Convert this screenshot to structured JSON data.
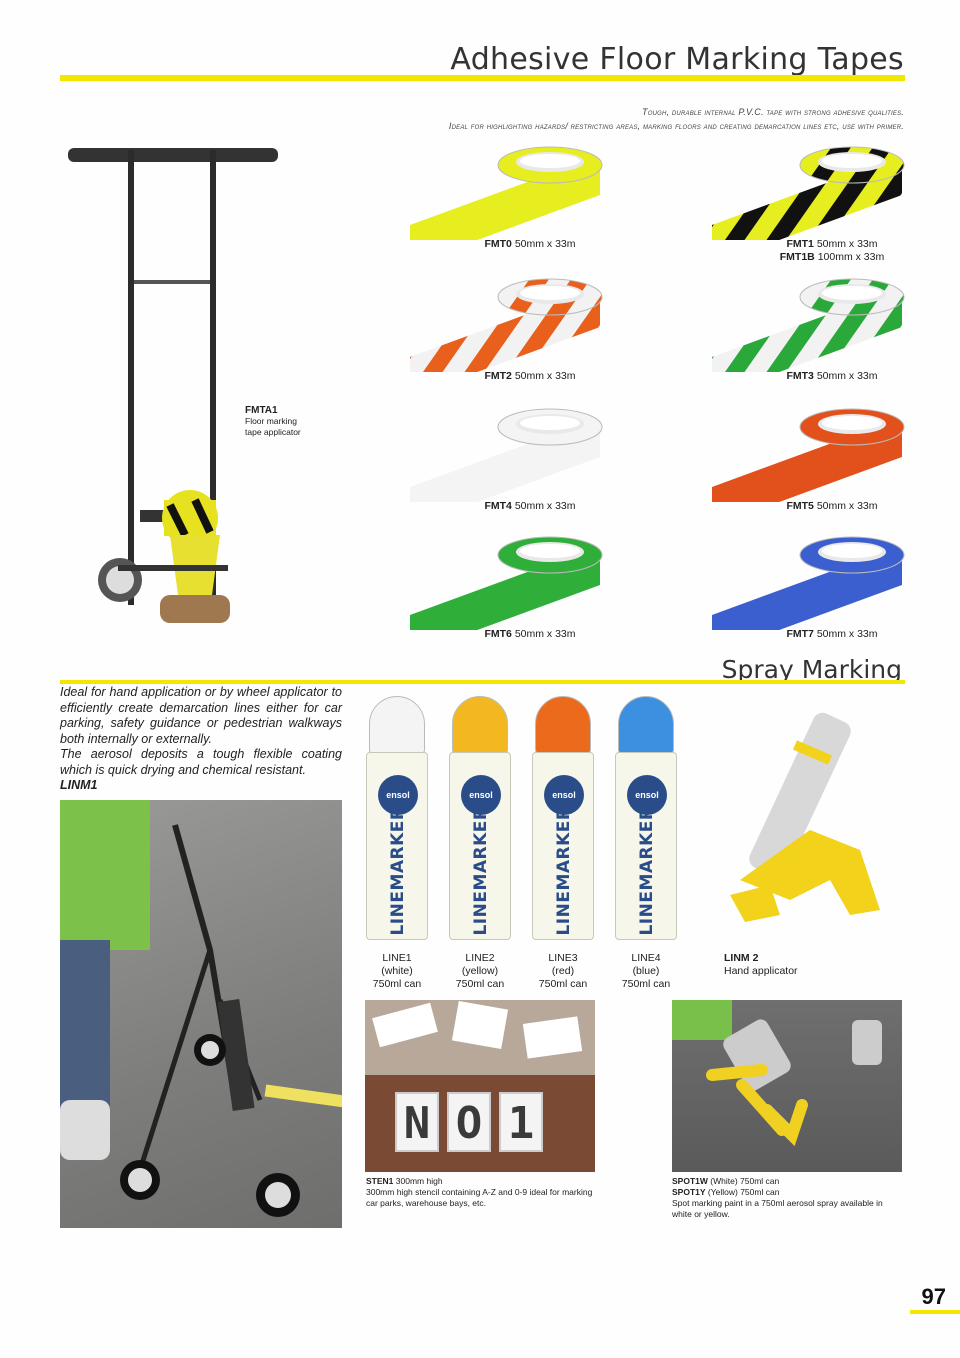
{
  "header": {
    "title": "Adhesive Floor Marking Tapes",
    "subtitle_line1": "Tough, durable internal P.V.C. tape with strong adhesive qualities.",
    "subtitle_line2": "Ideal for highlighting hazards/ restricting areas, marking floors and creating demarcation lines etc, use with primer."
  },
  "applicator": {
    "code": "FMTA1",
    "desc1": "Floor marking",
    "desc2": "tape applicator"
  },
  "tapes": [
    {
      "code": "FMT0",
      "size": "50mm x 33m",
      "color": "#e6ee20",
      "stripe": "#e6ee20"
    },
    {
      "code": "FMT1",
      "size": "50mm x 33m",
      "code2": "FMT1B",
      "size2": "100mm x 33m",
      "color": "#e6ee20",
      "stripe": "#111111"
    },
    {
      "code": "FMT2",
      "size": "50mm x 33m",
      "color": "#f2f2f2",
      "stripe": "#e8601c"
    },
    {
      "code": "FMT3",
      "size": "50mm x 33m",
      "color": "#f2f2f2",
      "stripe": "#2aa83a"
    },
    {
      "code": "FMT4",
      "size": "50mm x 33m",
      "color": "#f4f4f4",
      "stripe": "#f4f4f4"
    },
    {
      "code": "FMT5",
      "size": "50mm x 33m",
      "color": "#e2501c",
      "stripe": "#e2501c"
    },
    {
      "code": "FMT6",
      "size": "50mm x 33m",
      "color": "#2fae3a",
      "stripe": "#2fae3a"
    },
    {
      "code": "FMT7",
      "size": "50mm x 33m",
      "color": "#3c5fd0",
      "stripe": "#3c5fd0"
    }
  ],
  "spray": {
    "title": "Spray Marking",
    "para1": "Ideal for hand application or by wheel applicator to efficiently create demarcation lines either for car parking, safety guidance or pedestrian walkways both internally or externally.",
    "para2": "The aerosol deposits a tough flexible coating which is quick drying and chemical resistant.",
    "wheel_code": "LINM1",
    "cans": [
      {
        "code": "LINE1",
        "color_name": "(white)",
        "size": "750ml can",
        "cap": "#f4f4f4"
      },
      {
        "code": "LINE2",
        "color_name": "(yellow)",
        "size": "750ml can",
        "cap": "#f3b820"
      },
      {
        "code": "LINE3",
        "color_name": "(red)",
        "size": "750ml can",
        "cap": "#ec6a1c"
      },
      {
        "code": "LINE4",
        "color_name": "(blue)",
        "size": "750ml can",
        "cap": "#3d8fe0"
      }
    ],
    "can_brand": "ensol",
    "can_label": "LINEMARKER",
    "hand_code": "LINM 2",
    "hand_desc": "Hand applicator",
    "stencil": {
      "code": "STEN1",
      "code_desc": "300mm high",
      "desc": "300mm high stencil containing A-Z and 0-9 ideal for marking car parks, warehouse bays, etc.",
      "letters": [
        "N",
        "O",
        "1"
      ]
    },
    "spot": {
      "code1": "SPOT1W",
      "code1_desc": "(White) 750ml can",
      "code2": "SPOT1Y",
      "code2_desc": "(Yellow) 750ml can",
      "desc": "Spot marking paint in a 750ml aerosol spray available in white or yellow."
    }
  },
  "page_number": "97",
  "colors": {
    "accent_yellow": "#f3e600"
  }
}
